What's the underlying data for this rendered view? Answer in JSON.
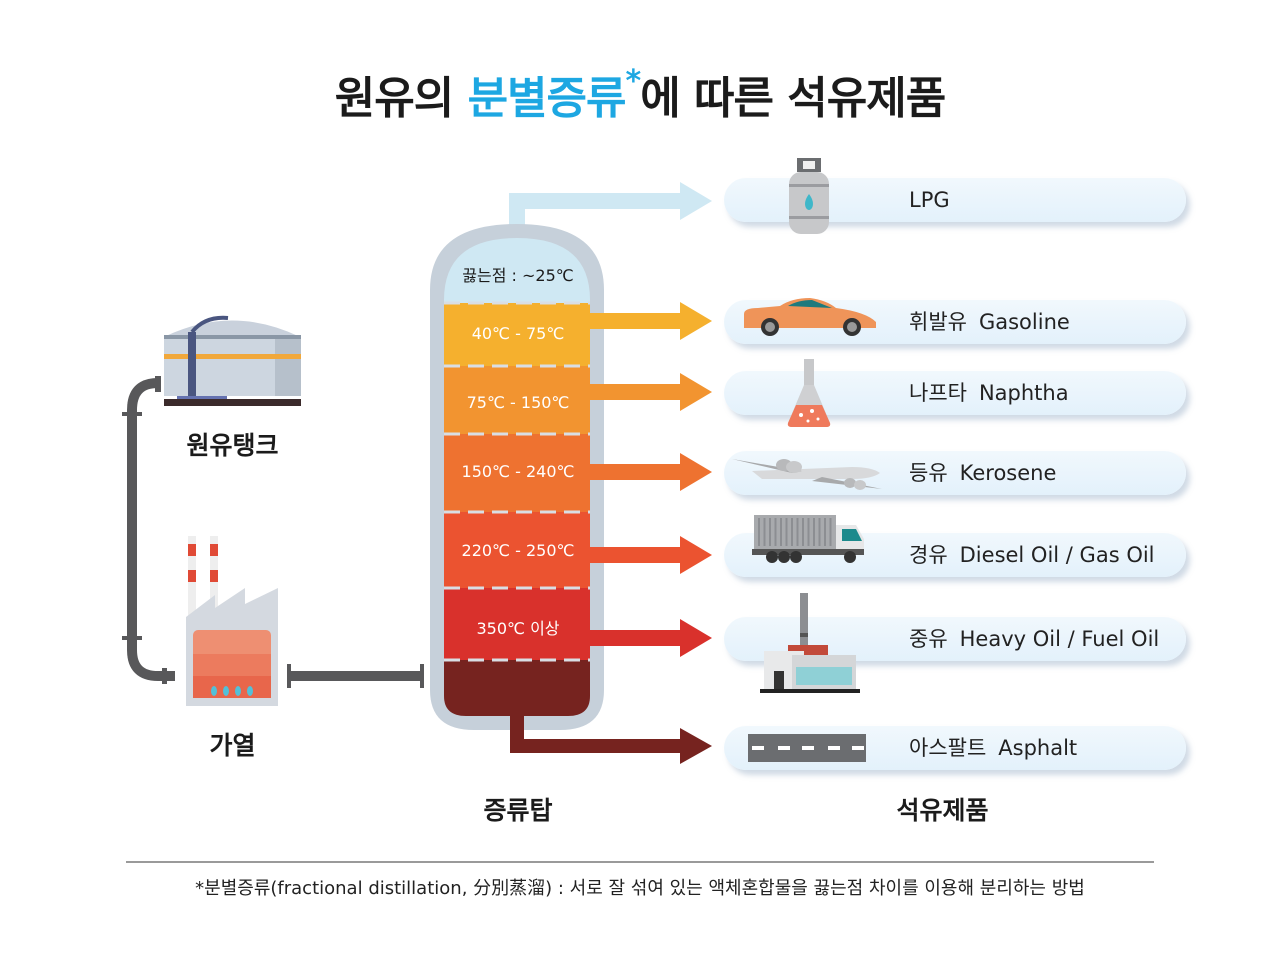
{
  "title": {
    "part1": "원유의 ",
    "highlight": "분별증류",
    "asterisk": "*",
    "part2": "에 따른 석유제품",
    "highlight_color": "#1da7e2"
  },
  "left": {
    "tank_label": "원유탱크",
    "heater_label": "가열"
  },
  "tower": {
    "label": "증류탑",
    "top_label": "끓는점 : ~25℃",
    "bands": [
      {
        "label": "40℃ - 75℃",
        "color": "#f5b02e"
      },
      {
        "label": "75℃ - 150℃",
        "color": "#f29430"
      },
      {
        "label": "150℃ - 240℃",
        "color": "#ee7230"
      },
      {
        "label": "220℃ - 250℃",
        "color": "#eb5330"
      },
      {
        "label": "350℃ 이상",
        "color": "#d9312c"
      },
      {
        "label": "",
        "color": "#76231f"
      }
    ],
    "top_color": "#cfe8f3",
    "shell_color": "#c6d0da"
  },
  "products": {
    "heading": "석유제품",
    "items": [
      {
        "ko": "",
        "en": "LPG",
        "icon": "gas-cylinder-icon"
      },
      {
        "ko": "휘발유",
        "en": "Gasoline",
        "icon": "car-icon"
      },
      {
        "ko": "나프타",
        "en": "Naphtha",
        "icon": "flask-icon"
      },
      {
        "ko": "등유",
        "en": "Kerosene",
        "icon": "airplane-icon"
      },
      {
        "ko": "경유",
        "en": "Diesel Oil / Gas Oil",
        "icon": "truck-icon"
      },
      {
        "ko": "중유",
        "en": "Heavy Oil / Fuel Oil",
        "icon": "factory-icon"
      },
      {
        "ko": "아스팔트",
        "en": "Asphalt",
        "icon": "road-icon"
      }
    ]
  },
  "footnote": "*분별증류(fractional distillation, 分別蒸溜) : 서로 잘 섞여 있는 액체혼합물을 끓는점 차이를 이용해 분리하는 방법"
}
